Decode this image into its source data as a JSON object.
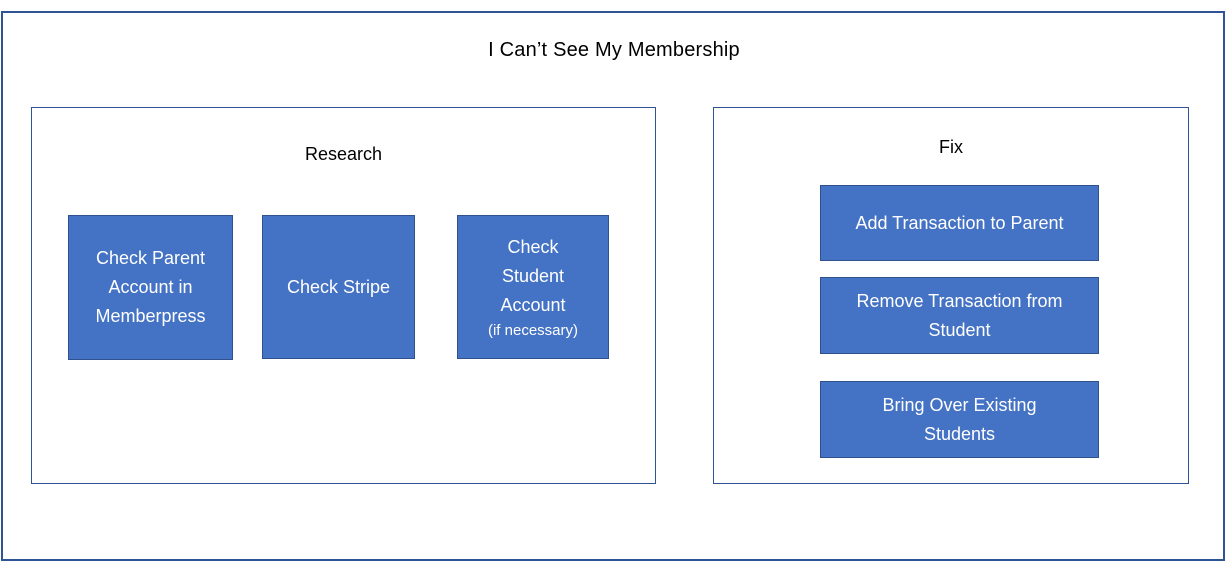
{
  "title": "I Can’t See My Membership",
  "colors": {
    "box_fill": "#4472C4",
    "box_border": "#2F528F",
    "frame_border": "#2F5496",
    "text_on_box": "#FFFFFF",
    "text_dark": "#000000"
  },
  "sections": [
    {
      "label": "Research",
      "boxes": [
        {
          "label": "Check Parent\nAccount in\nMemberpress"
        },
        {
          "label": "Check Stripe"
        },
        {
          "label": "Check\nStudent\nAccount",
          "note": "(if necessary)"
        }
      ]
    },
    {
      "label": "Fix",
      "boxes": [
        {
          "label": "Add Transaction to Parent"
        },
        {
          "label": "Remove Transaction from\nStudent"
        },
        {
          "label": "Bring Over Existing\nStudents"
        }
      ]
    }
  ]
}
